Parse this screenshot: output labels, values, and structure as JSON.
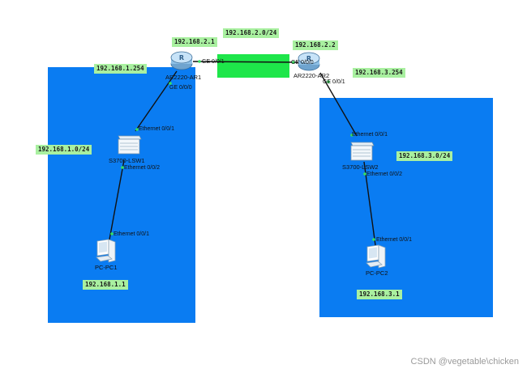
{
  "colors": {
    "zone_blue": "#0a7cf2",
    "link_green": "#1ee64a",
    "label_green": "#a9f0a0",
    "port_dot": "#38e060",
    "cable": "#111111"
  },
  "networks": {
    "wan": "192.168.2.0/24",
    "lan_left": "192.168.1.0/24",
    "lan_right": "192.168.3.0/24"
  },
  "addresses": {
    "ar1_wan": "192.168.2.1",
    "ar2_wan": "192.168.2.2",
    "ar1_lan": "192.168.1.254",
    "ar2_lan": "192.168.3.254",
    "pc1": "192.168.1.1",
    "pc2": "192.168.3.1"
  },
  "devices": {
    "ar1": {
      "name": "AR2220-AR1",
      "icon": "router-icon"
    },
    "ar2": {
      "name": "AR2220-AR2",
      "icon": "router-icon"
    },
    "lsw1": {
      "name": "S3700-LSW1",
      "icon": "switch-icon"
    },
    "lsw2": {
      "name": "S3700-LSW2",
      "icon": "switch-icon"
    },
    "pc1": {
      "name": "PC-PC1",
      "icon": "pc-icon"
    },
    "pc2": {
      "name": "PC-PC2",
      "icon": "pc-icon"
    }
  },
  "ports": {
    "ar1_ge001": "GE 0/0/1",
    "ar1_ge000": "GE 0/0/0",
    "ar2_ge000": "GE 0/0/0",
    "ar2_ge001": "GE 0/0/1",
    "lsw1_e001": "Ethernet 0/0/1",
    "lsw1_e002": "Ethernet 0/0/2",
    "pc1_e001": "Ethernet 0/0/1",
    "lsw2_e001": "Ethernet 0/0/1",
    "lsw2_e002": "Ethernet 0/0/2",
    "pc2_e001": "Ethernet 0/0/1"
  },
  "watermark": "CSDN @vegetable\\chicken"
}
